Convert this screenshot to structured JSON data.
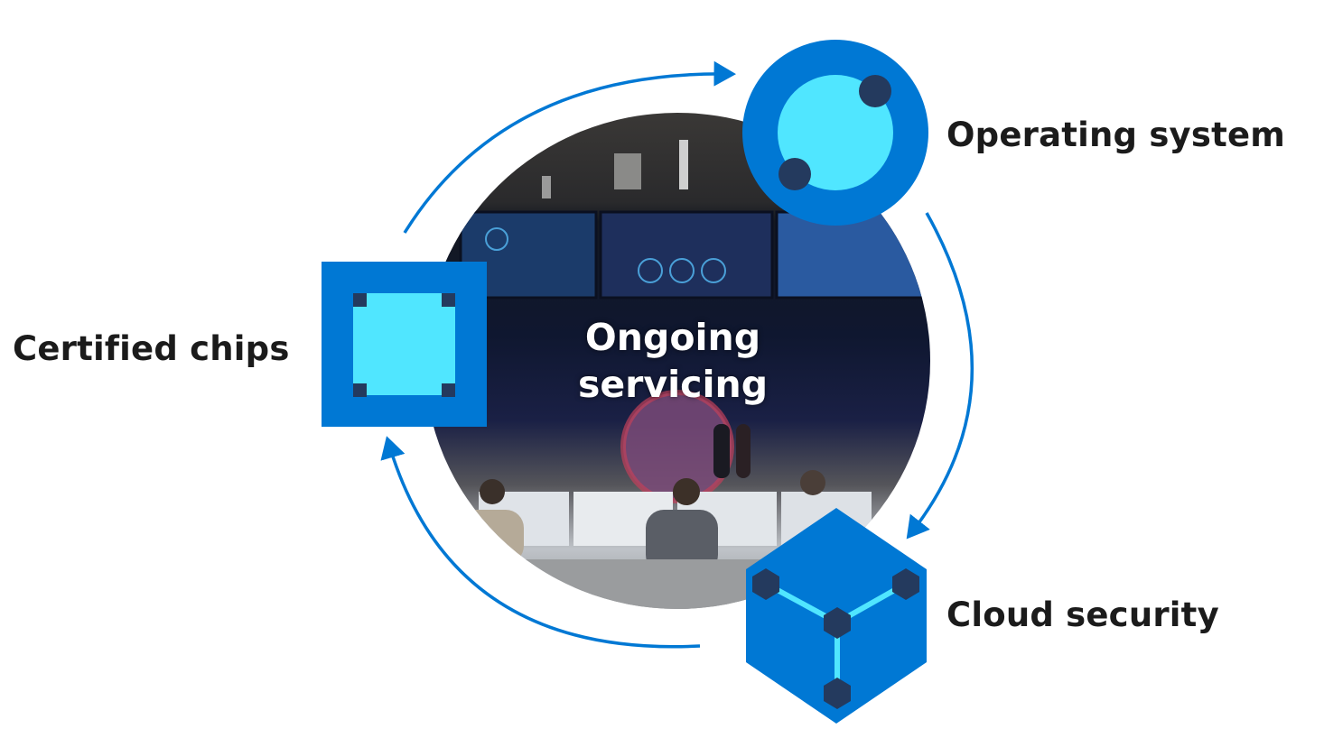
{
  "diagram": {
    "center": {
      "title_line1": "Ongoing",
      "title_line2": "servicing",
      "image": "security-operations-center-photo"
    },
    "nodes": [
      {
        "id": "os",
        "label": "Operating system",
        "icon": "circle-orbit-icon"
      },
      {
        "id": "cloud",
        "label": "Cloud security",
        "icon": "hexagon-network-icon"
      },
      {
        "id": "chips",
        "label": "Certified chips",
        "icon": "chip-square-icon"
      }
    ],
    "flow": [
      "Certified chips",
      "Operating system",
      "Cloud security",
      "Certified chips"
    ],
    "colors": {
      "primary_blue": "#0078d4",
      "light_cyan": "#50e6ff",
      "dark_navy": "#243a5e",
      "arrow_blue": "#0078d4",
      "label_text": "#1b1b1b"
    }
  }
}
